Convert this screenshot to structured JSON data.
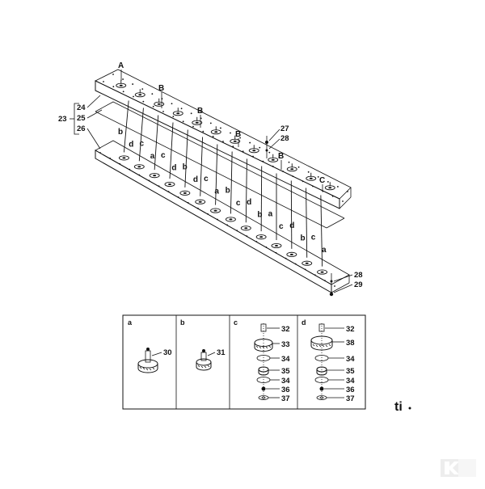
{
  "diagram": {
    "rail_letters": [
      {
        "id": "A",
        "text": "A"
      },
      {
        "id": "B1",
        "text": "B"
      },
      {
        "id": "B2",
        "text": "B"
      },
      {
        "id": "B3",
        "text": "B"
      },
      {
        "id": "B4",
        "text": "B"
      },
      {
        "id": "C",
        "text": "C"
      }
    ],
    "lower_letters": [
      "b",
      "d",
      "c",
      "a",
      "c",
      "d",
      "b",
      "d",
      "c",
      "a",
      "b",
      "c",
      "d",
      "b",
      "a",
      "c",
      "d",
      "b",
      "c",
      "a"
    ],
    "group_label": "23",
    "bracket_labels": [
      "24",
      "25",
      "26"
    ],
    "right_labels": [
      "27",
      "28",
      "28",
      "29"
    ],
    "panels": [
      {
        "id": "a",
        "letter": "a",
        "parts": [
          "30"
        ]
      },
      {
        "id": "b",
        "letter": "b",
        "parts": [
          "31"
        ]
      },
      {
        "id": "c",
        "letter": "c",
        "parts": [
          "32",
          "33",
          "34",
          "35",
          "34",
          "36",
          "37"
        ]
      },
      {
        "id": "d",
        "letter": "d",
        "parts": [
          "32",
          "38",
          "34",
          "35",
          "34",
          "36",
          "37"
        ]
      }
    ],
    "logo_text": "ti"
  }
}
